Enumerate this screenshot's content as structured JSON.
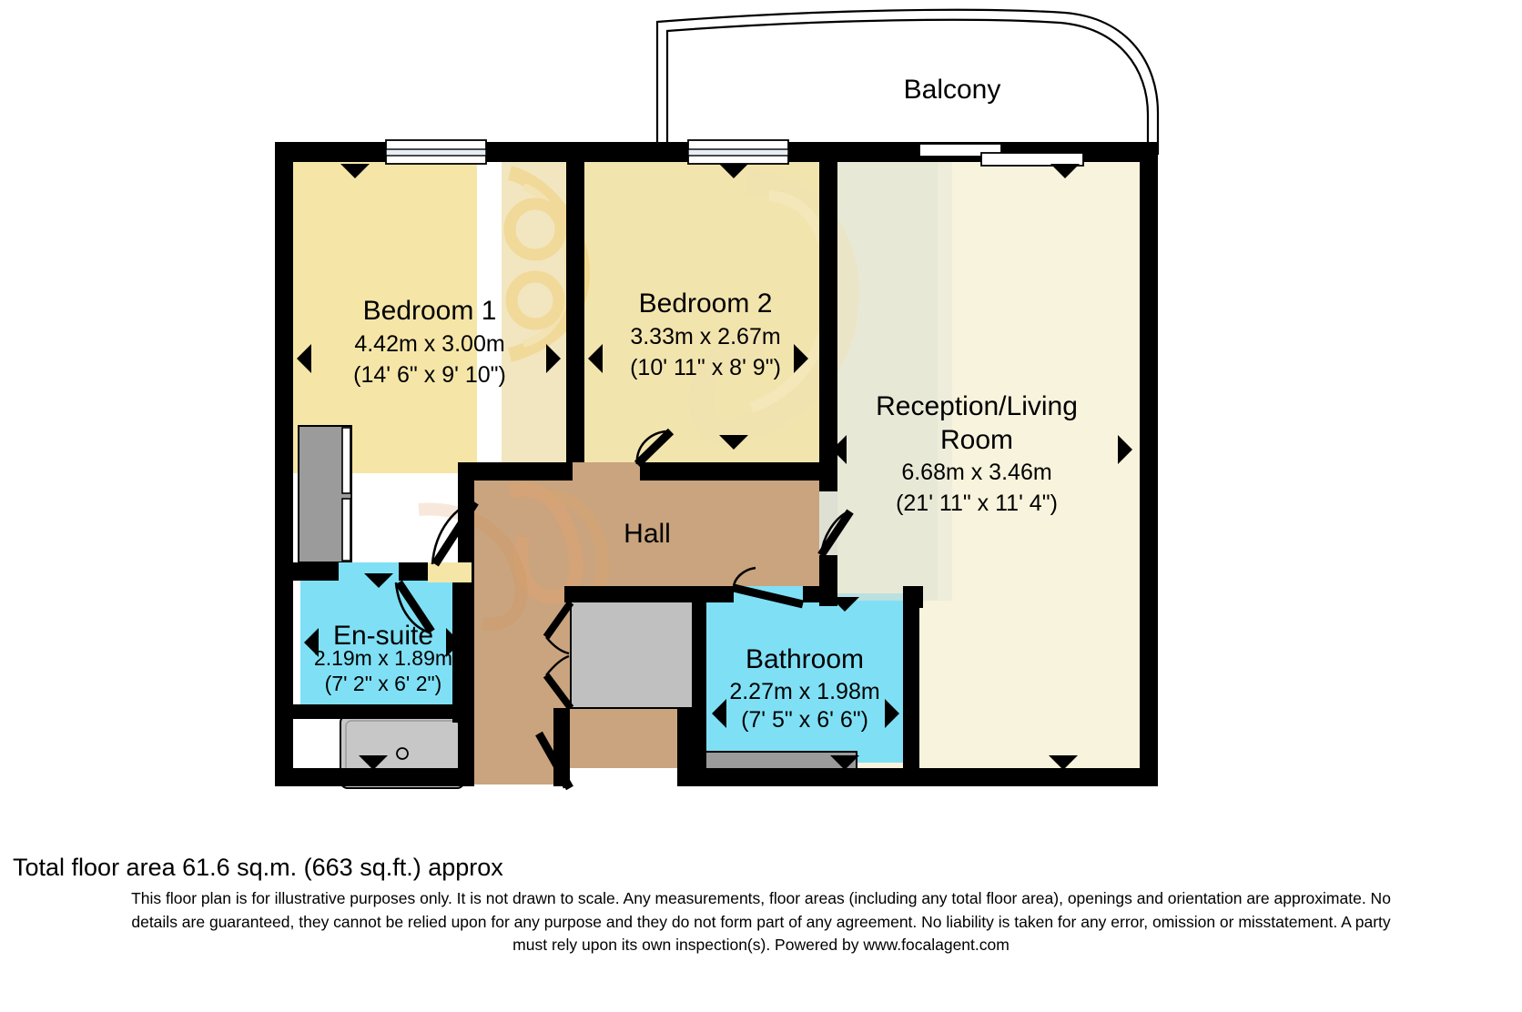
{
  "plan": {
    "title_area": "Total floor area 61.6 sq.m. (663 sq.ft.) approx",
    "balcony_label": "Balcony",
    "hall_label": "Hall",
    "rooms": [
      {
        "key": "bedroom1",
        "name": "Bedroom 1",
        "dim_metric": "4.42m x 3.00m",
        "dim_imperial": "(14' 6\" x 9' 10\")",
        "fill": "#f5e6a8"
      },
      {
        "key": "bedroom2",
        "name": "Bedroom 2",
        "dim_metric": "3.33m x 2.67m",
        "dim_imperial": "(10' 11\" x 8' 9\")",
        "fill": "#f5e6a8"
      },
      {
        "key": "reception",
        "name_line1": "Reception/Living",
        "name_line2": "Room",
        "dim_metric": "6.68m x 3.46m",
        "dim_imperial": "(21' 11\" x 11' 4\")",
        "fill": "#f8f3dc"
      },
      {
        "key": "ensuite",
        "name": "En-suite",
        "dim_metric": "2.19m x 1.89m",
        "dim_imperial": "(7' 2\" x 6' 2\")",
        "fill": "#7fe0f5"
      },
      {
        "key": "bathroom",
        "name": "Bathroom",
        "dim_metric": "2.27m x 1.98m",
        "dim_imperial": "(7' 5\" x 6' 6\")",
        "fill": "#7fe0f5"
      }
    ],
    "colors": {
      "wall": "#000000",
      "bedroom_fill": "#f5e6a8",
      "reception_fill": "#f8f3dc",
      "bath_fill": "#7fe0f5",
      "hall_fill": "#c9a display",
      "hall": "#c9a47e",
      "fixture_gray": "#c7c7c7",
      "wardrobe_gray": "#9b9b9b",
      "shadow_overlay": "#dfe0d4"
    }
  },
  "disclaimer": {
    "line1": "This floor plan is for illustrative purposes only. It is not drawn to scale. Any measurements, floor areas (including any total floor area), openings and orientation are approximate. No",
    "line2": "details are guaranteed, they cannot be relied upon for any purpose and they do not form part of any agreement. No liability is taken for any error, omission or misstatement. A party",
    "line3": "must rely upon its own inspection(s). Powered by www.focalagent.com"
  }
}
